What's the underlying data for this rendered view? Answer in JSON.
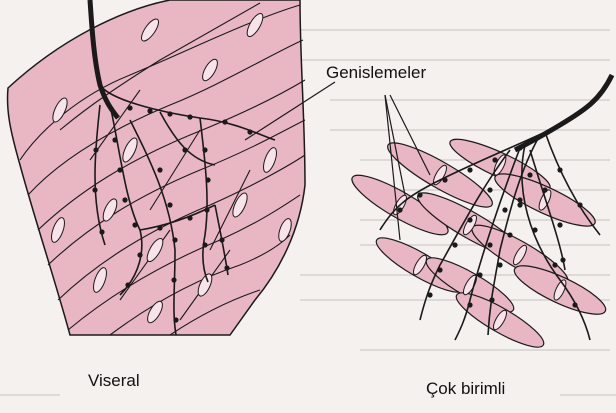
{
  "labels": {
    "callout": "Genislemeler",
    "left_caption": "Viseral",
    "right_caption": "Çok birimli"
  },
  "colors": {
    "muscle_fill": "#e9b6c4",
    "muscle_fill_light": "#f3d6de",
    "ink": "#1a1a1a",
    "page": "#f4f1ef"
  }
}
